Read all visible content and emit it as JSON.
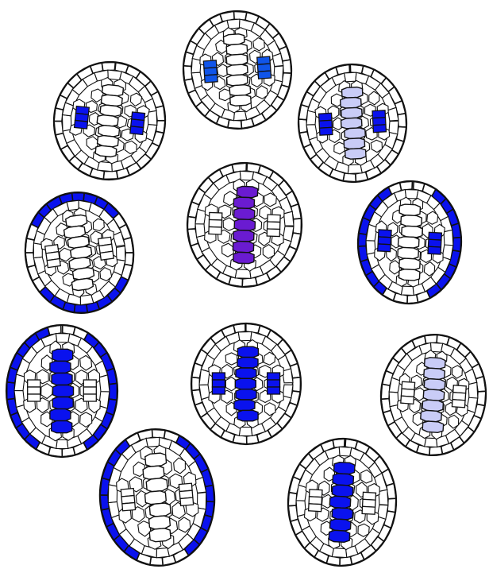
{
  "colors": {
    "outline": "#111111",
    "unfilled": "#ffffff",
    "blue": "#0a12ee",
    "light_blue": "#c9ccf7",
    "medium_blue": "#1055ea",
    "purple": "#6a1bd1"
  },
  "sections": [
    {
      "id": "top-center",
      "shape": "round-section",
      "fills": {
        "outer_left": "medium_blue",
        "outer_right": "medium_blue"
      }
    },
    {
      "id": "upper-left",
      "shape": "oval-section",
      "fills": {
        "outer_left": "blue",
        "outer_right": "blue"
      }
    },
    {
      "id": "upper-right",
      "shape": "oval-section",
      "fills": {
        "center_column": "light_blue",
        "outer_left": "blue",
        "outer_right": "blue"
      }
    },
    {
      "id": "middle-left",
      "shape": "oval-section",
      "fills": {
        "ring_top": "blue",
        "ring_bottom": "blue"
      }
    },
    {
      "id": "center",
      "shape": "oval-section",
      "fills": {
        "center_column": "purple"
      }
    },
    {
      "id": "middle-right",
      "shape": "oval-section",
      "fills": {
        "ring_left": "blue",
        "ring_right": "blue",
        "outer_left": "blue",
        "outer_right": "blue"
      }
    },
    {
      "id": "lower-left",
      "shape": "round-section",
      "fills": {
        "ring_left": "blue",
        "ring_right": "blue",
        "center_column": "blue"
      }
    },
    {
      "id": "lower-center",
      "shape": "oval-section",
      "fills": {
        "center_column": "blue",
        "outer_left": "blue",
        "outer_right": "blue"
      }
    },
    {
      "id": "lower-right",
      "shape": "oval-section",
      "fills": {
        "center_column": "light_blue"
      }
    },
    {
      "id": "bottom-left",
      "shape": "round-section",
      "fills": {
        "ring_left": "blue",
        "ring_right": "blue"
      }
    },
    {
      "id": "bottom-right",
      "shape": "oval-section",
      "fills": {
        "center_column": "blue"
      }
    }
  ]
}
